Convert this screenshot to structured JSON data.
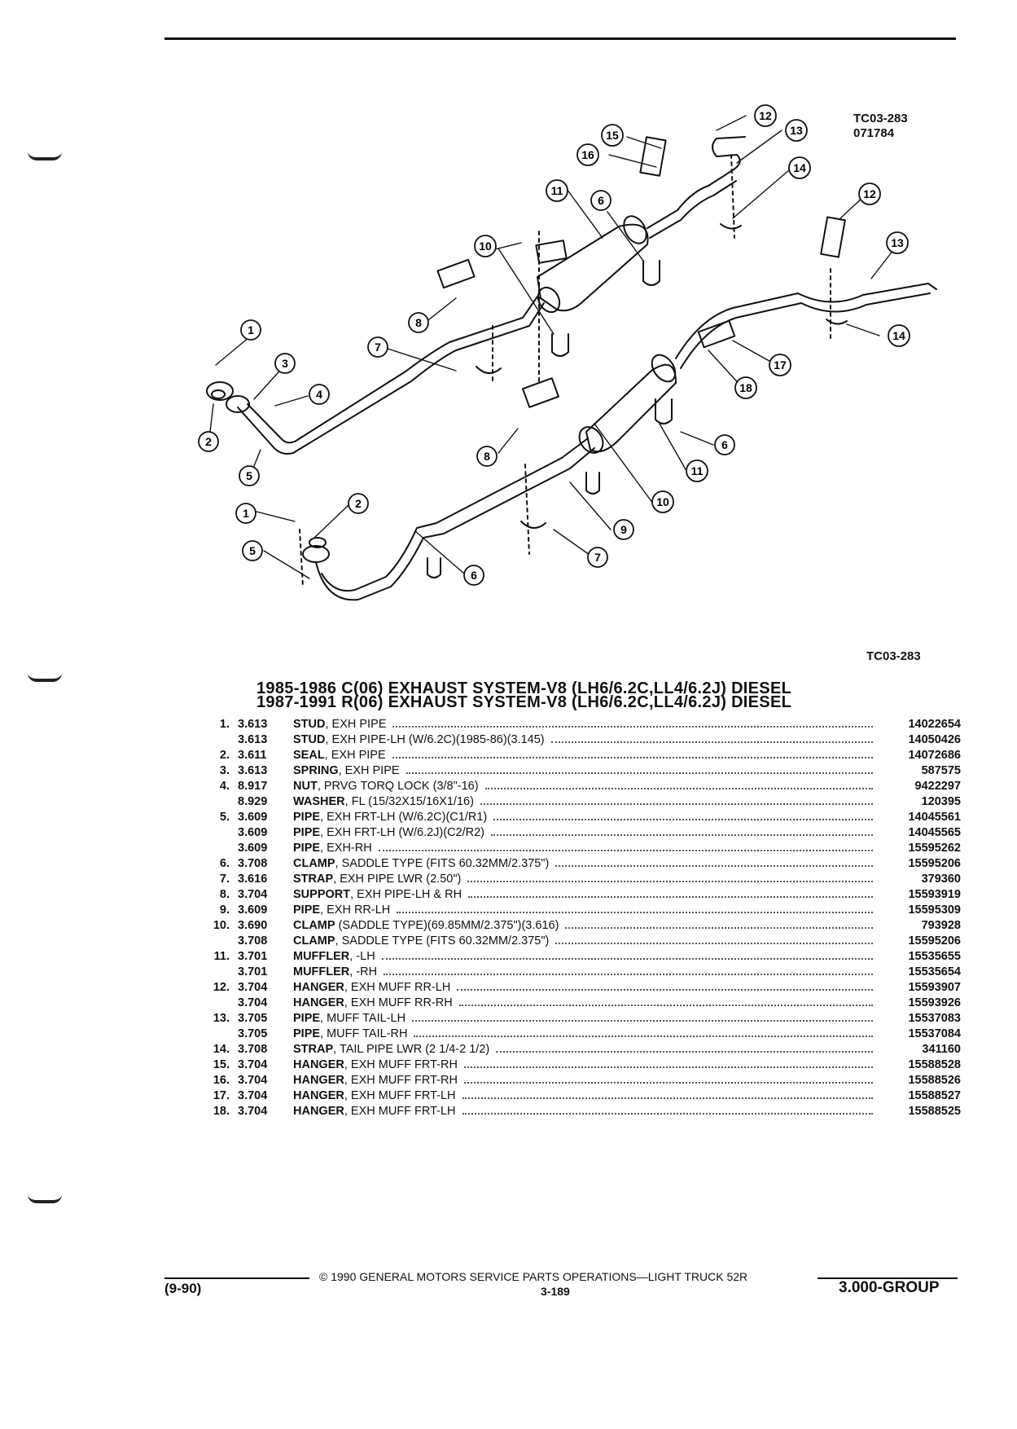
{
  "figure": {
    "ref_code": "TC03-283",
    "ref_number": "071784",
    "bottom_ref": "TC03-283",
    "callouts": [
      "1",
      "2",
      "3",
      "4",
      "5",
      "6",
      "7",
      "8",
      "9",
      "10",
      "11",
      "12",
      "13",
      "14",
      "15",
      "16",
      "17",
      "18"
    ]
  },
  "titles": [
    "1985-1986 C(06) EXHAUST SYSTEM-V8 (LH6/6.2C,LL4/6.2J) DIESEL",
    "1987-1991 R(06) EXHAUST SYSTEM-V8 (LH6/6.2C,LL4/6.2J) DIESEL"
  ],
  "parts": [
    {
      "item": "1.",
      "code": "3.613",
      "name": "STUD",
      "desc": ", EXH PIPE",
      "part": "14022654"
    },
    {
      "item": "",
      "code": "3.613",
      "name": "STUD",
      "desc": ", EXH PIPE-LH (W/6.2C)(1985-86)(3.145)",
      "part": "14050426"
    },
    {
      "item": "2.",
      "code": "3.611",
      "name": "SEAL",
      "desc": ", EXH PIPE",
      "part": "14072686"
    },
    {
      "item": "3.",
      "code": "3.613",
      "name": "SPRING",
      "desc": ", EXH PIPE",
      "part": "587575"
    },
    {
      "item": "4.",
      "code": "8.917",
      "name": "NUT",
      "desc": ", PRVG TORQ LOCK (3/8\"-16)",
      "part": "9422297"
    },
    {
      "item": "",
      "code": "8.929",
      "name": "WASHER",
      "desc": ", FL (15/32X15/16X1/16)",
      "part": "120395"
    },
    {
      "item": "5.",
      "code": "3.609",
      "name": "PIPE",
      "desc": ", EXH FRT-LH (W/6.2C)(C1/R1)",
      "part": "14045561"
    },
    {
      "item": "",
      "code": "3.609",
      "name": "PIPE",
      "desc": ", EXH FRT-LH (W/6.2J)(C2/R2)",
      "part": "14045565"
    },
    {
      "item": "",
      "code": "3.609",
      "name": "PIPE",
      "desc": ", EXH-RH",
      "part": "15595262"
    },
    {
      "item": "6.",
      "code": "3.708",
      "name": "CLAMP",
      "desc": ", SADDLE TYPE (FITS 60.32MM/2.375\")",
      "part": "15595206"
    },
    {
      "item": "7.",
      "code": "3.616",
      "name": "STRAP",
      "desc": ", EXH PIPE LWR (2.50\")",
      "part": "379360"
    },
    {
      "item": "8.",
      "code": "3.704",
      "name": "SUPPORT",
      "desc": ", EXH PIPE-LH & RH",
      "part": "15593919"
    },
    {
      "item": "9.",
      "code": "3.609",
      "name": "PIPE",
      "desc": ", EXH RR-LH",
      "part": "15595309"
    },
    {
      "item": "10.",
      "code": "3.690",
      "name": "CLAMP",
      "desc": " (SADDLE TYPE)(69.85MM/2.375\")(3.616)",
      "part": "793928"
    },
    {
      "item": "",
      "code": "3.708",
      "name": "CLAMP",
      "desc": ", SADDLE TYPE (FITS 60.32MM/2.375\")",
      "part": "15595206"
    },
    {
      "item": "11.",
      "code": "3.701",
      "name": "MUFFLER",
      "desc": ", -LH",
      "part": "15535655"
    },
    {
      "item": "",
      "code": "3.701",
      "name": "MUFFLER",
      "desc": ", -RH",
      "part": "15535654"
    },
    {
      "item": "12.",
      "code": "3.704",
      "name": "HANGER",
      "desc": ", EXH MUFF RR-LH",
      "part": "15593907"
    },
    {
      "item": "",
      "code": "3.704",
      "name": "HANGER",
      "desc": ", EXH MUFF RR-RH",
      "part": "15593926"
    },
    {
      "item": "13.",
      "code": "3.705",
      "name": "PIPE",
      "desc": ", MUFF TAIL-LH",
      "part": "15537083"
    },
    {
      "item": "",
      "code": "3.705",
      "name": "PIPE",
      "desc": ", MUFF TAIL-RH",
      "part": "15537084"
    },
    {
      "item": "14.",
      "code": "3.708",
      "name": "STRAP",
      "desc": ", TAIL PIPE LWR (2 1/4-2 1/2)",
      "part": "341160"
    },
    {
      "item": "15.",
      "code": "3.704",
      "name": "HANGER",
      "desc": ", EXH MUFF FRT-RH",
      "part": "15588528"
    },
    {
      "item": "16.",
      "code": "3.704",
      "name": "HANGER",
      "desc": ", EXH MUFF FRT-RH",
      "part": "15588526"
    },
    {
      "item": "17.",
      "code": "3.704",
      "name": "HANGER",
      "desc": ", EXH MUFF FRT-LH",
      "part": "15588527"
    },
    {
      "item": "18.",
      "code": "3.704",
      "name": "HANGER",
      "desc": ", EXH MUFF FRT-LH",
      "part": "15588525"
    }
  ],
  "footer": {
    "date": "(9-90)",
    "copyright": "© 1990 GENERAL MOTORS SERVICE PARTS OPERATIONS—LIGHT TRUCK 52R",
    "page": "3-189",
    "group": "3.000-GROUP"
  }
}
